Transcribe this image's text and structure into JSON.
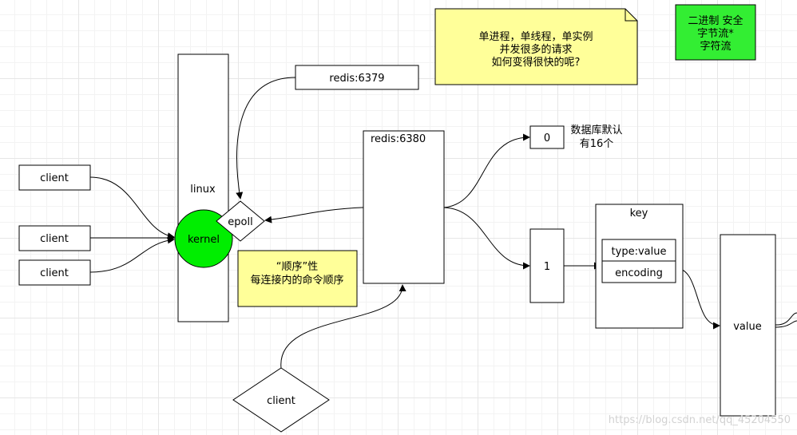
{
  "colors": {
    "note_yellow": "#ffff99",
    "note_green": "#33ee33",
    "kernel_green": "#00ee00",
    "stroke": "#000000",
    "watermark": "#d2d2d2"
  },
  "note_top": {
    "line1": "单进程，单线程，单实例",
    "line2": "并发很多的请求",
    "line3": "如何变得很快的呢?"
  },
  "note_green": {
    "line1": "二进制 安全",
    "line2": "字节流*",
    "line3": "字符流"
  },
  "note_order": {
    "line1": "“顺序”性",
    "line2": "每连接内的命令顺序"
  },
  "clients": [
    {
      "label": "client"
    },
    {
      "label": "client"
    },
    {
      "label": "client"
    }
  ],
  "client_diamond": {
    "label": "client"
  },
  "linux": {
    "label": "linux"
  },
  "kernel": {
    "label": "kernel"
  },
  "epoll": {
    "label": "epoll"
  },
  "redis6379": {
    "label": "redis:6379"
  },
  "redis6380": {
    "label": "redis:6380"
  },
  "db0": {
    "label": "0"
  },
  "db1": {
    "label": "1"
  },
  "db_note": {
    "line1": "数据库默认",
    "line2": "有16个"
  },
  "key_box": {
    "title": "key",
    "field1": "type:value",
    "field2": "encoding"
  },
  "value_box": {
    "label": "value"
  },
  "watermark": {
    "text": "https://blog.csdn.net/qq_45204550"
  }
}
